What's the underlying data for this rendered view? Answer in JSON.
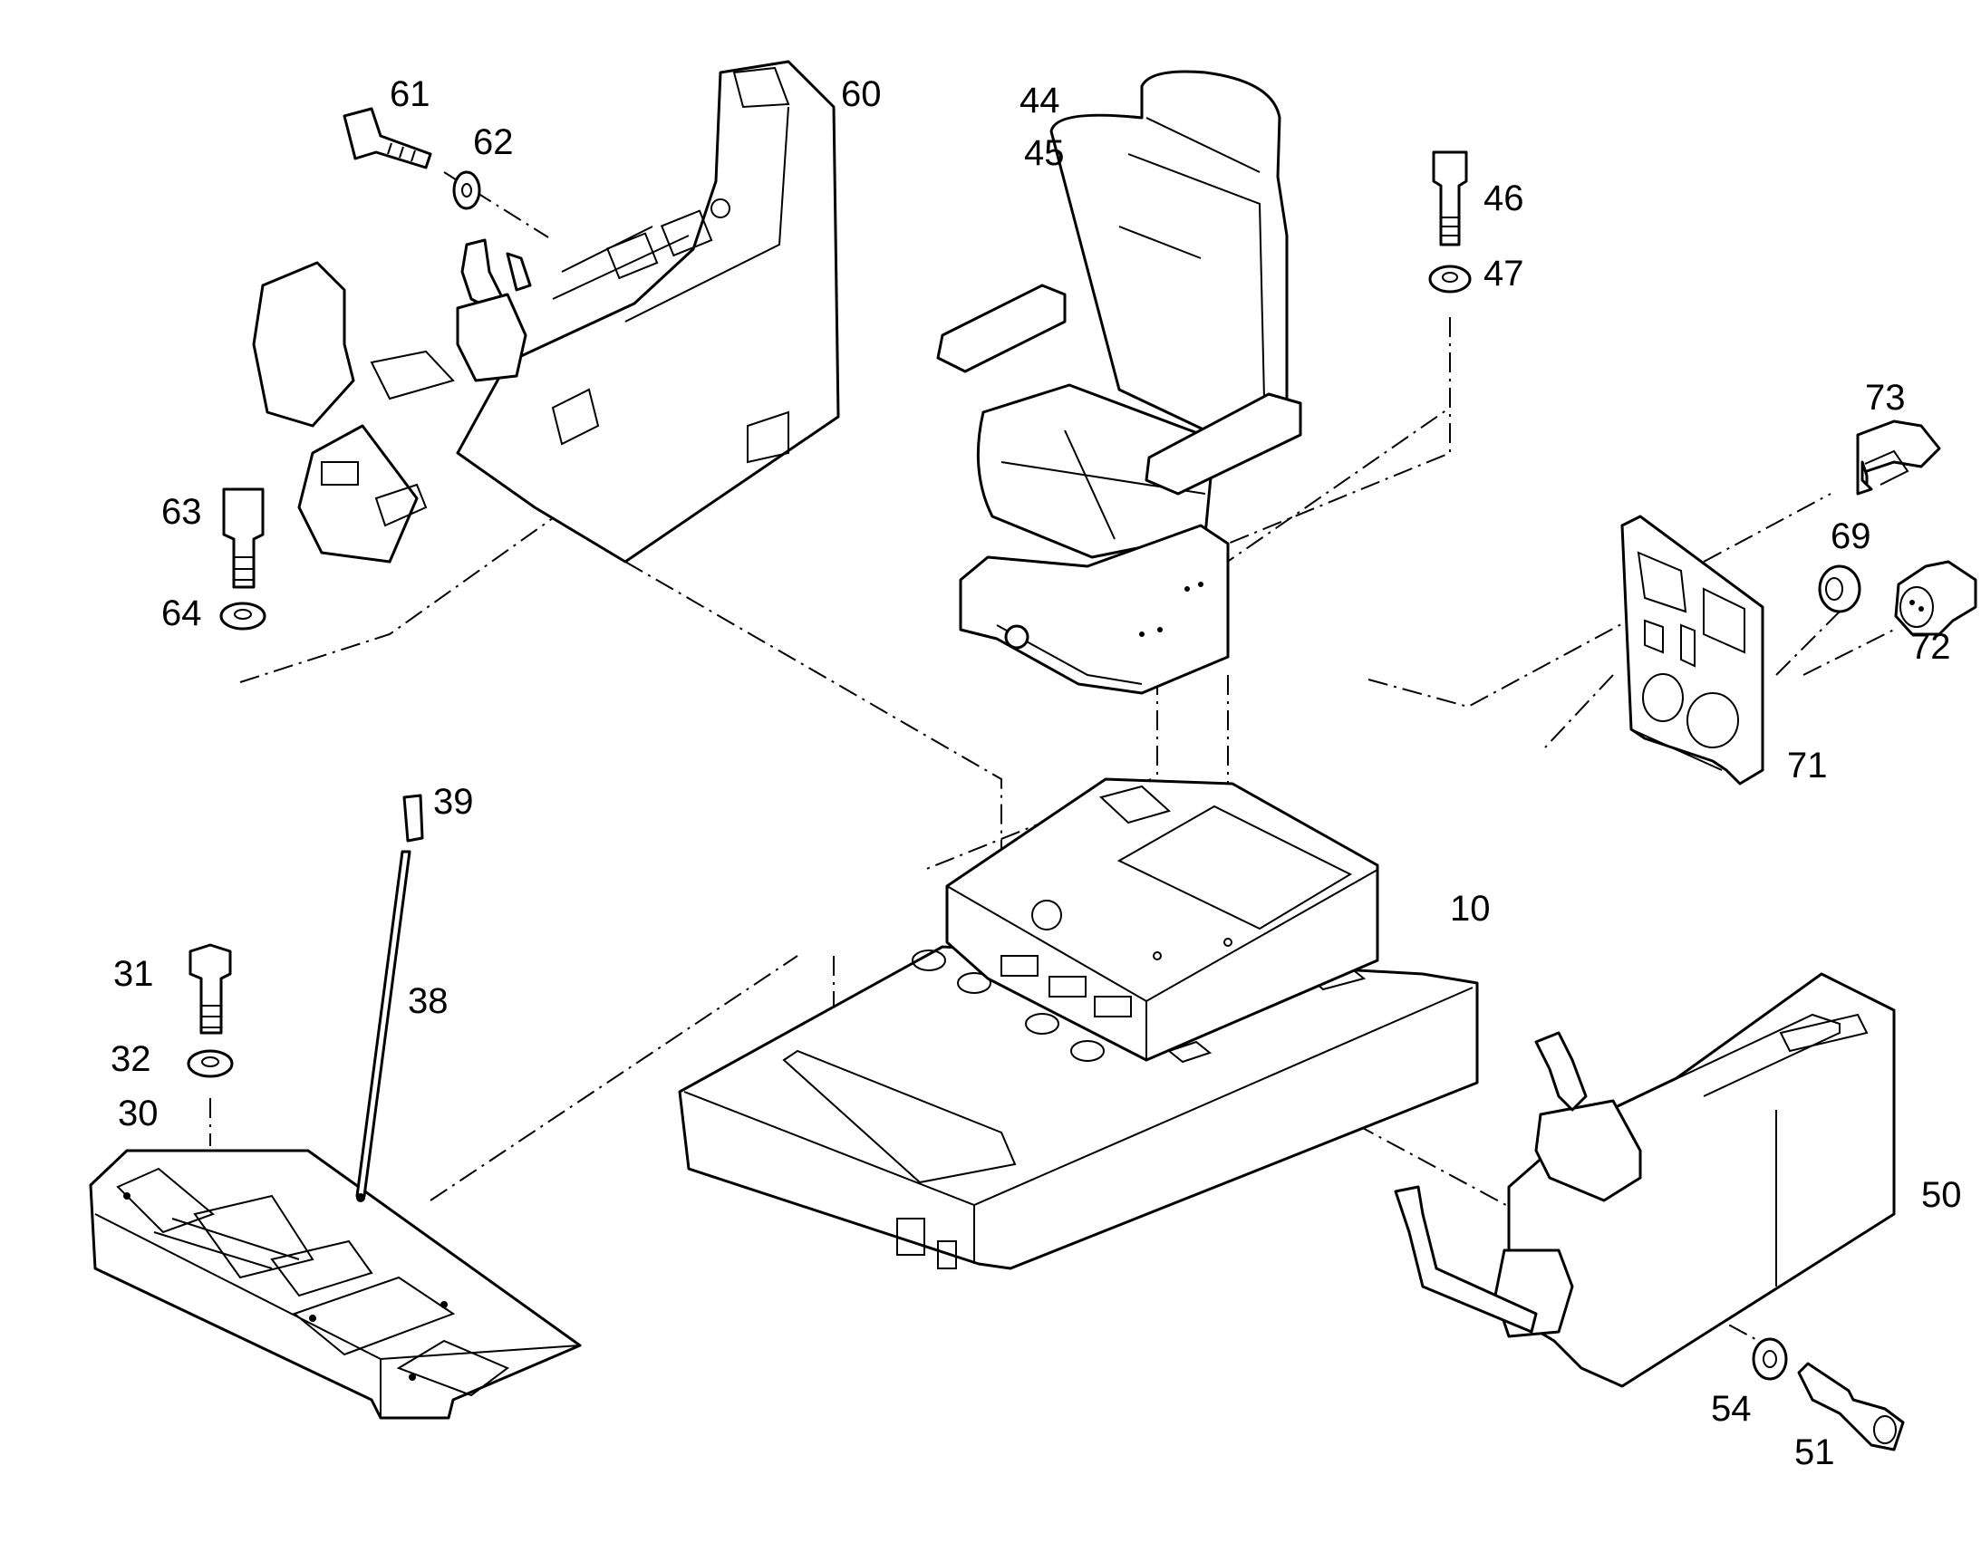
{
  "callouts": {
    "c10": "10",
    "c30": "30",
    "c31": "31",
    "c32": "32",
    "c38": "38",
    "c39": "39",
    "c44": "44",
    "c45": "45",
    "c46": "46",
    "c47": "47",
    "c50": "50",
    "c51": "51",
    "c54": "54",
    "c60": "60",
    "c61": "61",
    "c62": "62",
    "c63": "63",
    "c64": "64",
    "c69": "69",
    "c71": "71",
    "c72": "72",
    "c73": "73"
  }
}
